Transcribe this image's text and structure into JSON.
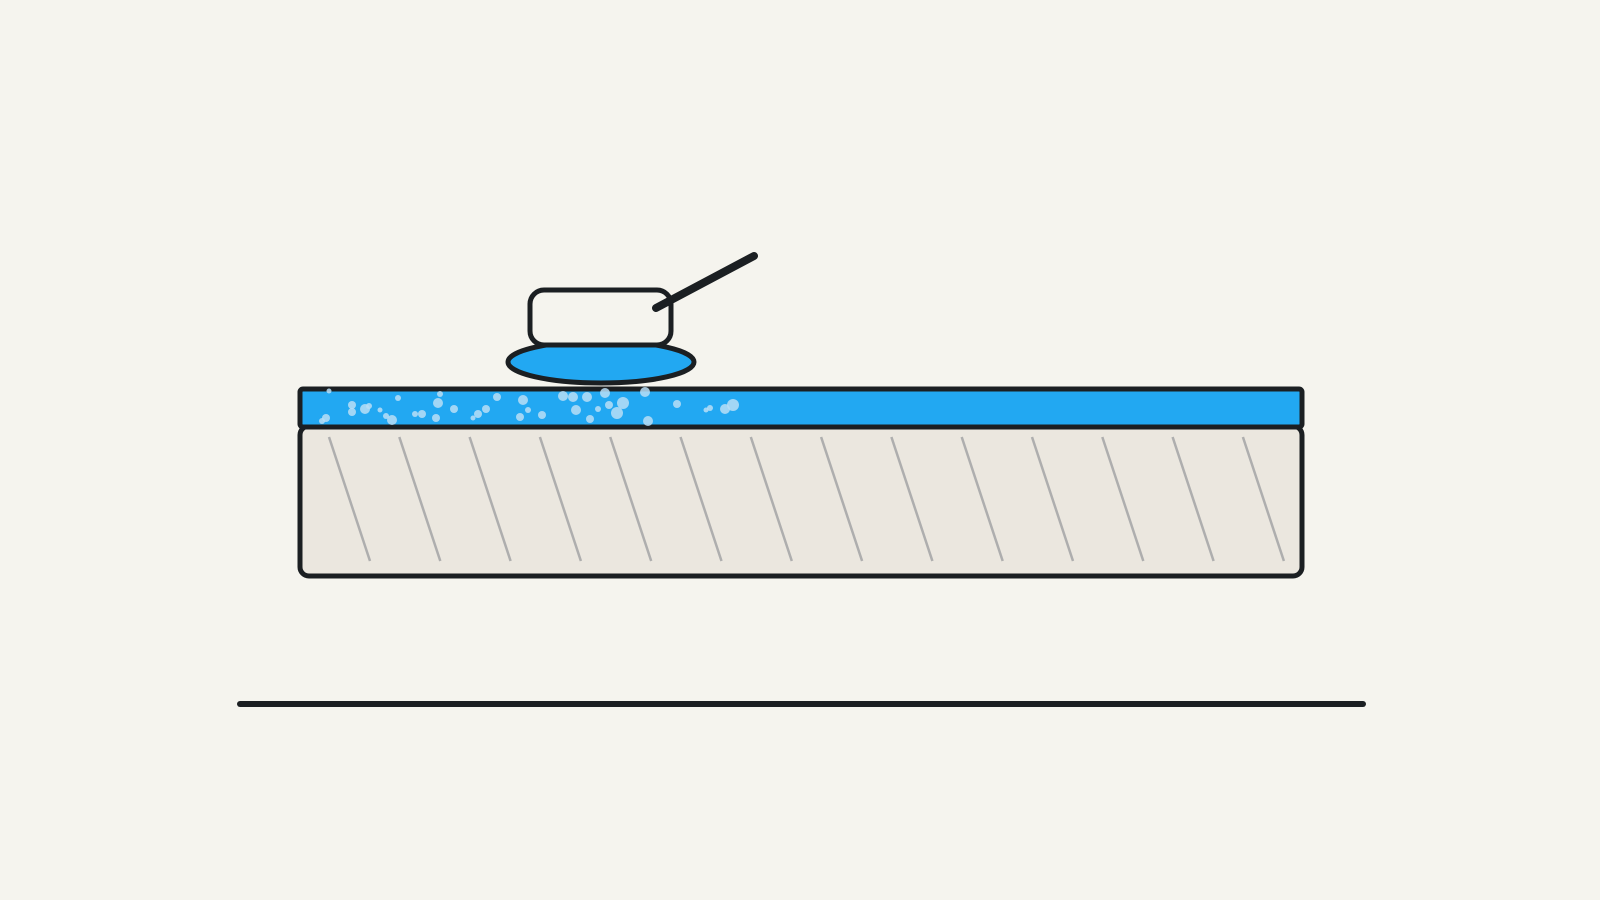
{
  "diagram": {
    "colors": {
      "background": "#f5f4ee",
      "stroke": "#1b1f22",
      "blue_layer": "#22a8f2",
      "bubble": "#b9def6",
      "base_fill": "#ebe7df",
      "hatch": "#aeaeae"
    },
    "parts": {
      "tool": "applicator-tool",
      "spread_layer": "blue-coating-layer",
      "substrate": "hatched-base-slab",
      "ground": "ground-line"
    },
    "bubble_count": 42,
    "hatch_count": 14
  }
}
